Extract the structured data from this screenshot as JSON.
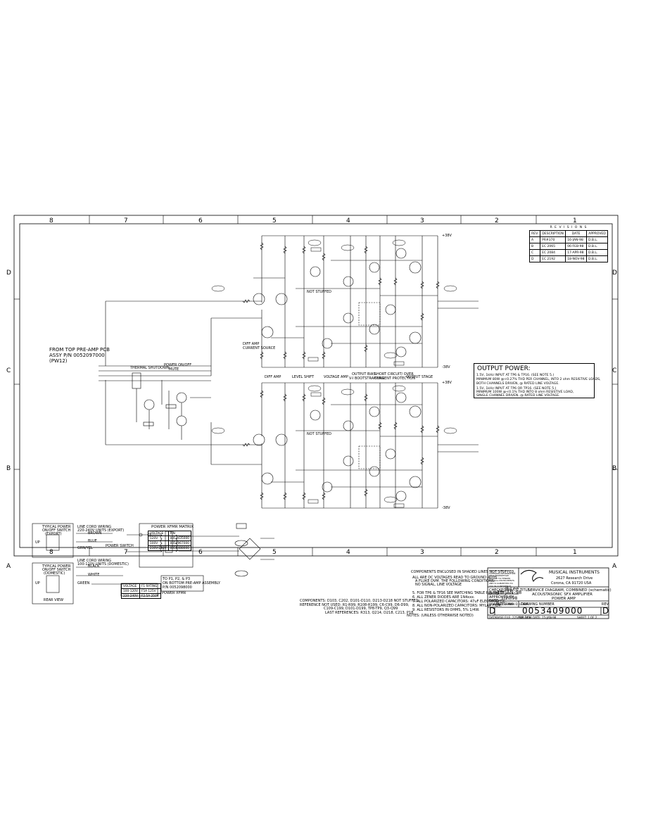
{
  "zones": {
    "columns": [
      "8",
      "7",
      "6",
      "5",
      "4",
      "3",
      "2",
      "1"
    ],
    "rows": [
      "D",
      "C",
      "B",
      "A"
    ]
  },
  "revisions": {
    "title": "R E V I S I O N S",
    "headers": [
      "REV.",
      "DESCRIPTION",
      "DATE",
      "APPROVED"
    ],
    "rows": [
      [
        "A",
        "PR#370",
        "16-JAN-98",
        "D.B.L."
      ],
      [
        "B",
        "EC 2065",
        "06-FEB-98",
        "D.B.L."
      ],
      [
        "C",
        "EC 2084",
        "17-APR-98",
        "D.B.L."
      ],
      [
        "D",
        "EC 2192",
        "18-NOV-98",
        "D.B.L."
      ]
    ]
  },
  "preamp_note": {
    "line1": "FROM TOP PRE-AMP PCB",
    "line2": "ASSY P/N 0052097000",
    "line3": "(PW12)"
  },
  "section_labels": {
    "thermal": "THERMAL SHUTDOWN",
    "power_on_off": "POWER ON/OFF",
    "mute": "MUTE",
    "diff_amp_cs": "DIFF AMP",
    "current_source": "CURRENT SOURCE",
    "diff_amp": "DIFF AMP",
    "level_shift": "LEVEL SHIFT",
    "voltage_amp": "VOLTAGE AMP",
    "output_bias": "OUTPUT BIAS",
    "vi_bootstrapping": "V-I BOOTSTRAPPING",
    "short_circuit": "SHORT CIRCUIT/ OVER",
    "current_protection": "CURRENT PROTECTION",
    "output_stage": "OUTPUT STAGE",
    "not_stuffed": "NOT STUFFED",
    "power_xfmr": "POWER XFMR"
  },
  "output_power": {
    "title": "OUTPUT POWER:",
    "lines": [
      "1.5V, 1kHz INPUT AT TP6 & TP16. (SEE NOTE 5.)",
      "MINIMUM 80W @<0.27% THD PER CHANNEL, INTO 2 ohm RESISTIVE LOADS,",
      "BOTH CHANNELS DRIVEN, @ RATED LINE VOLTAGE.",
      "1.5V, 1kHz INPUT AT TP6 OR TP16. (SEE NOTE 5.)",
      "MINIMUM 100W @<0.1% THD INTO 8 ohm RESISTIVE LOAD,",
      "SINGLE CHANNEL DRIVEN, @ RATED LINE VOLTAGE."
    ]
  },
  "power_switch_export": {
    "title1": "TYPICAL POWER",
    "title2": "ON/OFF SWITCH",
    "title3": "(EXPORT)",
    "up": "UP",
    "wiring1": "LINE CORD WIRING",
    "wiring2": "220-240V UNITS (EXPORT)",
    "brown": "BROWN",
    "blue": "BLUE",
    "grn": "GRN/YEL",
    "power_switch": "POWER SWITCH"
  },
  "power_switch_domestic": {
    "title1": "TYPICAL POWER",
    "title2": "ON/OFF SWITCH",
    "title3": "(DOMESTIC)",
    "up": "UP",
    "rear_view": "REAR VIEW",
    "wiring1": "LINE CORD WIRING",
    "wiring2": "100-120V UNITS (DOMESTIC)",
    "black": "BLACK",
    "white": "WHITE",
    "green": "GREEN"
  },
  "xfmr_matrix": {
    "title": "POWER XFMR MATRIX",
    "headers": [
      "VOLTAGE",
      "P/N"
    ],
    "rows": [
      [
        "120V",
        "0053435000"
      ],
      [
        "100V",
        "0053967000"
      ],
      [
        "230V-240V",
        "0053488000"
      ]
    ]
  },
  "fuse_table": {
    "headers": [
      "VOLTAGE",
      "F1 RATING"
    ],
    "rows": [
      [
        "100-120V",
        "F5A 125V"
      ],
      [
        "220-240V",
        "F2.5A 250V"
      ]
    ]
  },
  "bottom_preamp_note": {
    "line1": "TO P1, P2, & P3",
    "line2": "ON BOTTOM PRE-AMP ASSEMBLY",
    "line3": "P/N 0052098000"
  },
  "components_notes": {
    "line1": "COMPONENTS: D103, C202, D101-D110, D213-D218 NOT STUFFED.",
    "line2": "REFERENCE NOT USED: R1-R99, R108-R199, C6-C99, D6-D99,",
    "line3": "C109-C199, D101-D199, TP8-TP9, Q3-Q99",
    "line4": "LAST REFERENCES: R313, Q214, D218, C213, P18"
  },
  "notes": {
    "heading": "NOTES: (UNLESS OTHERWISE NOTED)",
    "shaded": "COMPONENTS ENCLOSED IN SHADED LINES NOT STUFFED.",
    "items": [
      "ALL ARE DC VOLTAGES READ TO GROUND WITH",
      "A FLUKE DVM. THE FOLLOWING CONDITIONS:",
      "NO SIGNAL, LINE VOLTAGE",
      "5. FOR TP6 & TP16 SEE MATCHING TABLE P/N SHEET",
      "6. ALL ZENER DIODES ARE 1N4xxx.",
      "7. ALL POLARIZED CAPACITORS: 47uF ELECTROLYTIC.",
      "8. ALL NON-POLARIZED CAPACITORS: MYLAR FILM.",
      "9. ALL RESISTORS IN OHMS, 5% 1/4W."
    ]
  },
  "title_block": {
    "confidential": "THIS DOCUMENT CONTAINS INFORMATION OF A PROPRIETARY NATURE TO FENDER MUSICAL INSTRUMENTS AND IS SUBMITTED TO YOU IN CONFIDENCE.",
    "company": "MUSICAL INSTRUMENTS",
    "address1": "2627 Research Drive",
    "address2": "Corona, CA 91720 USA",
    "checked_by_label": "CHECKED BY:",
    "checked_by": "B.Lee",
    "date_label": "DATE:",
    "checked_date": "19-JAN-98",
    "approved_by_label": "APPROVED BY:",
    "approved_date": "1/20/98",
    "drawn_by": "DRAWN D. LEWIS",
    "drawn_by2": "DRAWN D. LEWIS",
    "title_label": "TITLE:",
    "title_line1": "SERVICE DIAGRAM, COMBINED (schematic)",
    "title_line2": "ACOUSTASONIC SFX AMPLIFIER",
    "title_line3": "POWER AMP",
    "size_label": "SIZE",
    "size": "D",
    "drawing_number_label": "DRAWING NUMBER",
    "drawing_number": "0053409000",
    "rev_label": "REV.",
    "rev": "D",
    "database_file": "DATABASE FILE: 22SPWA.DCH",
    "release_date": "RELEASE DATE: 15-JAN-98",
    "sheet": "SHEET: 1 OF 2"
  },
  "rails": {
    "plus": "+38V",
    "minus": "-38V"
  }
}
